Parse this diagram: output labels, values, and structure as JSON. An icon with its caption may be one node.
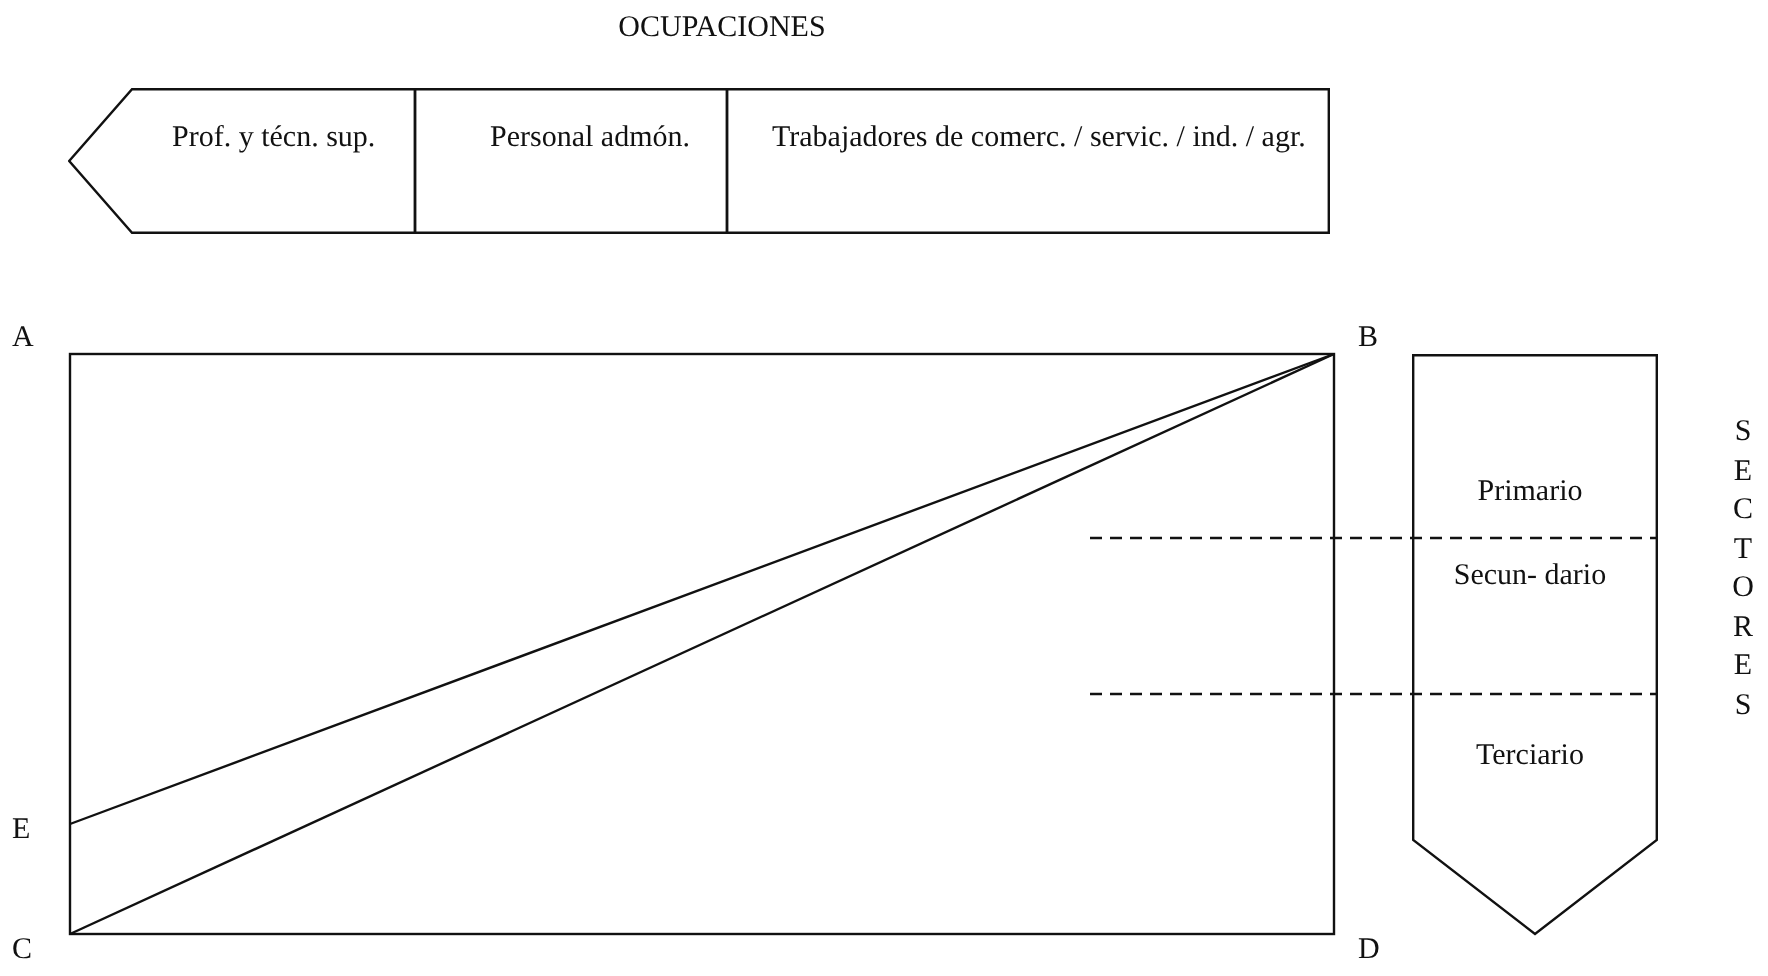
{
  "diagram": {
    "title": "OCUPACIONES",
    "nodes": [
      {
        "text": [
          "Prof. y técn. sup."
        ]
      },
      {
        "text": [
          "Personal admón."
        ]
      },
      {
        "text": [
          "Trabajadores de comerc. / servic. / ind. / agr."
        ]
      },
      {
        "text": [
          "Primario",
          "Secun- dario",
          "Terciario"
        ]
      }
    ],
    "labels": [
      "A",
      "B",
      "E",
      "C",
      "D",
      "SECTORES"
    ]
  }
}
